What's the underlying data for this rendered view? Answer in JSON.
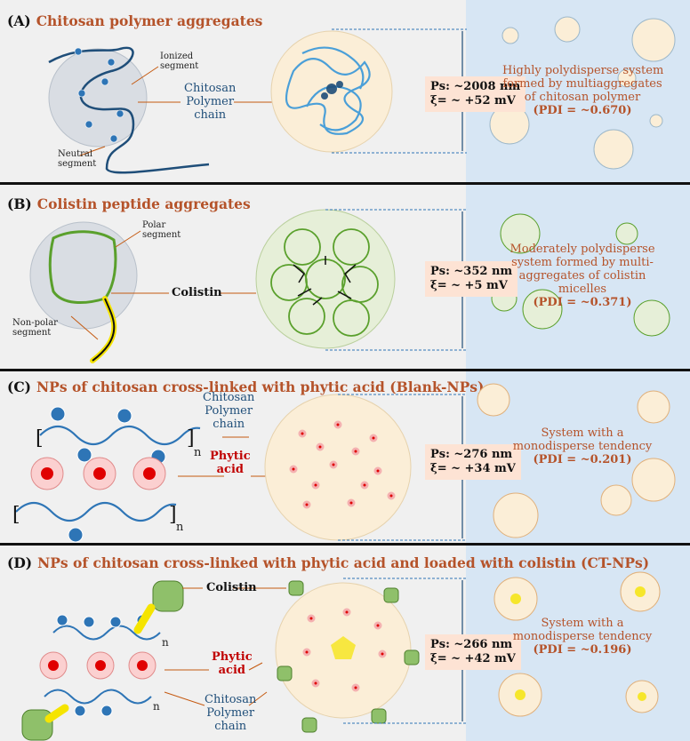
{
  "colors": {
    "title": "#b5532a",
    "chitosan": "#2e75b6",
    "colistin": "#5aa02c",
    "phytic": "#e00000",
    "panel_bg": "#f0f0f0",
    "right_bg": "#d7e6f4",
    "ps_bg": "#fde3d4"
  },
  "panels": [
    {
      "label": "(A)",
      "title": "Chitosan polymer aggregates",
      "labels": {
        "ionized": "Ionized\nsegment",
        "neutral": "Neutral\nsegment",
        "chain": "Chitosan\nPolymer\nchain"
      },
      "ps": "Ps: ~2008 nm",
      "zeta": "ξ= ~ +52 mV",
      "desc": "Highly polydisperse system\nformed by multiaggregates\nof chitosan polymer",
      "pdi": "(PDI = ~0.670)"
    },
    {
      "label": "(B)",
      "title": "Colistin peptide aggregates",
      "labels": {
        "polar": "Polar\nsegment",
        "nonpolar": "Non-polar\nsegment",
        "colistin": "Colistin"
      },
      "ps": "Ps: ~352 nm",
      "zeta": "ξ= ~ +5 mV",
      "desc": "Moderately polydisperse\nsystem formed by multi-\naggregates of colistin\nmicelles",
      "pdi": "(PDI = ~0.371)"
    },
    {
      "label": "(C)",
      "title": "NPs of chitosan cross-linked with phytic acid (Blank-NPs)",
      "labels": {
        "chain": "Chitosan\nPolymer\nchain",
        "phytic": "Phytic\nacid",
        "n1": "n",
        "n2": "n"
      },
      "ps": "Ps: ~276 nm",
      "zeta": "ξ= ~ +34 mV",
      "desc": "System with a\nmonodisperse tendency",
      "pdi": "(PDI = ~0.201)"
    },
    {
      "label": "(D)",
      "title": "NPs of chitosan cross-linked with phytic acid and loaded with colistin (CT-NPs)",
      "labels": {
        "colistin": "Colistin",
        "phytic": "Phytic\nacid",
        "chain": "Chitosan\nPolymer\nchain",
        "n1": "n",
        "n2": "n"
      },
      "ps": "Ps: ~266 nm",
      "zeta": "ξ= ~ +42 mV",
      "desc": "System with a\nmonodisperse tendency",
      "pdi": "(PDI = ~0.196)"
    }
  ]
}
